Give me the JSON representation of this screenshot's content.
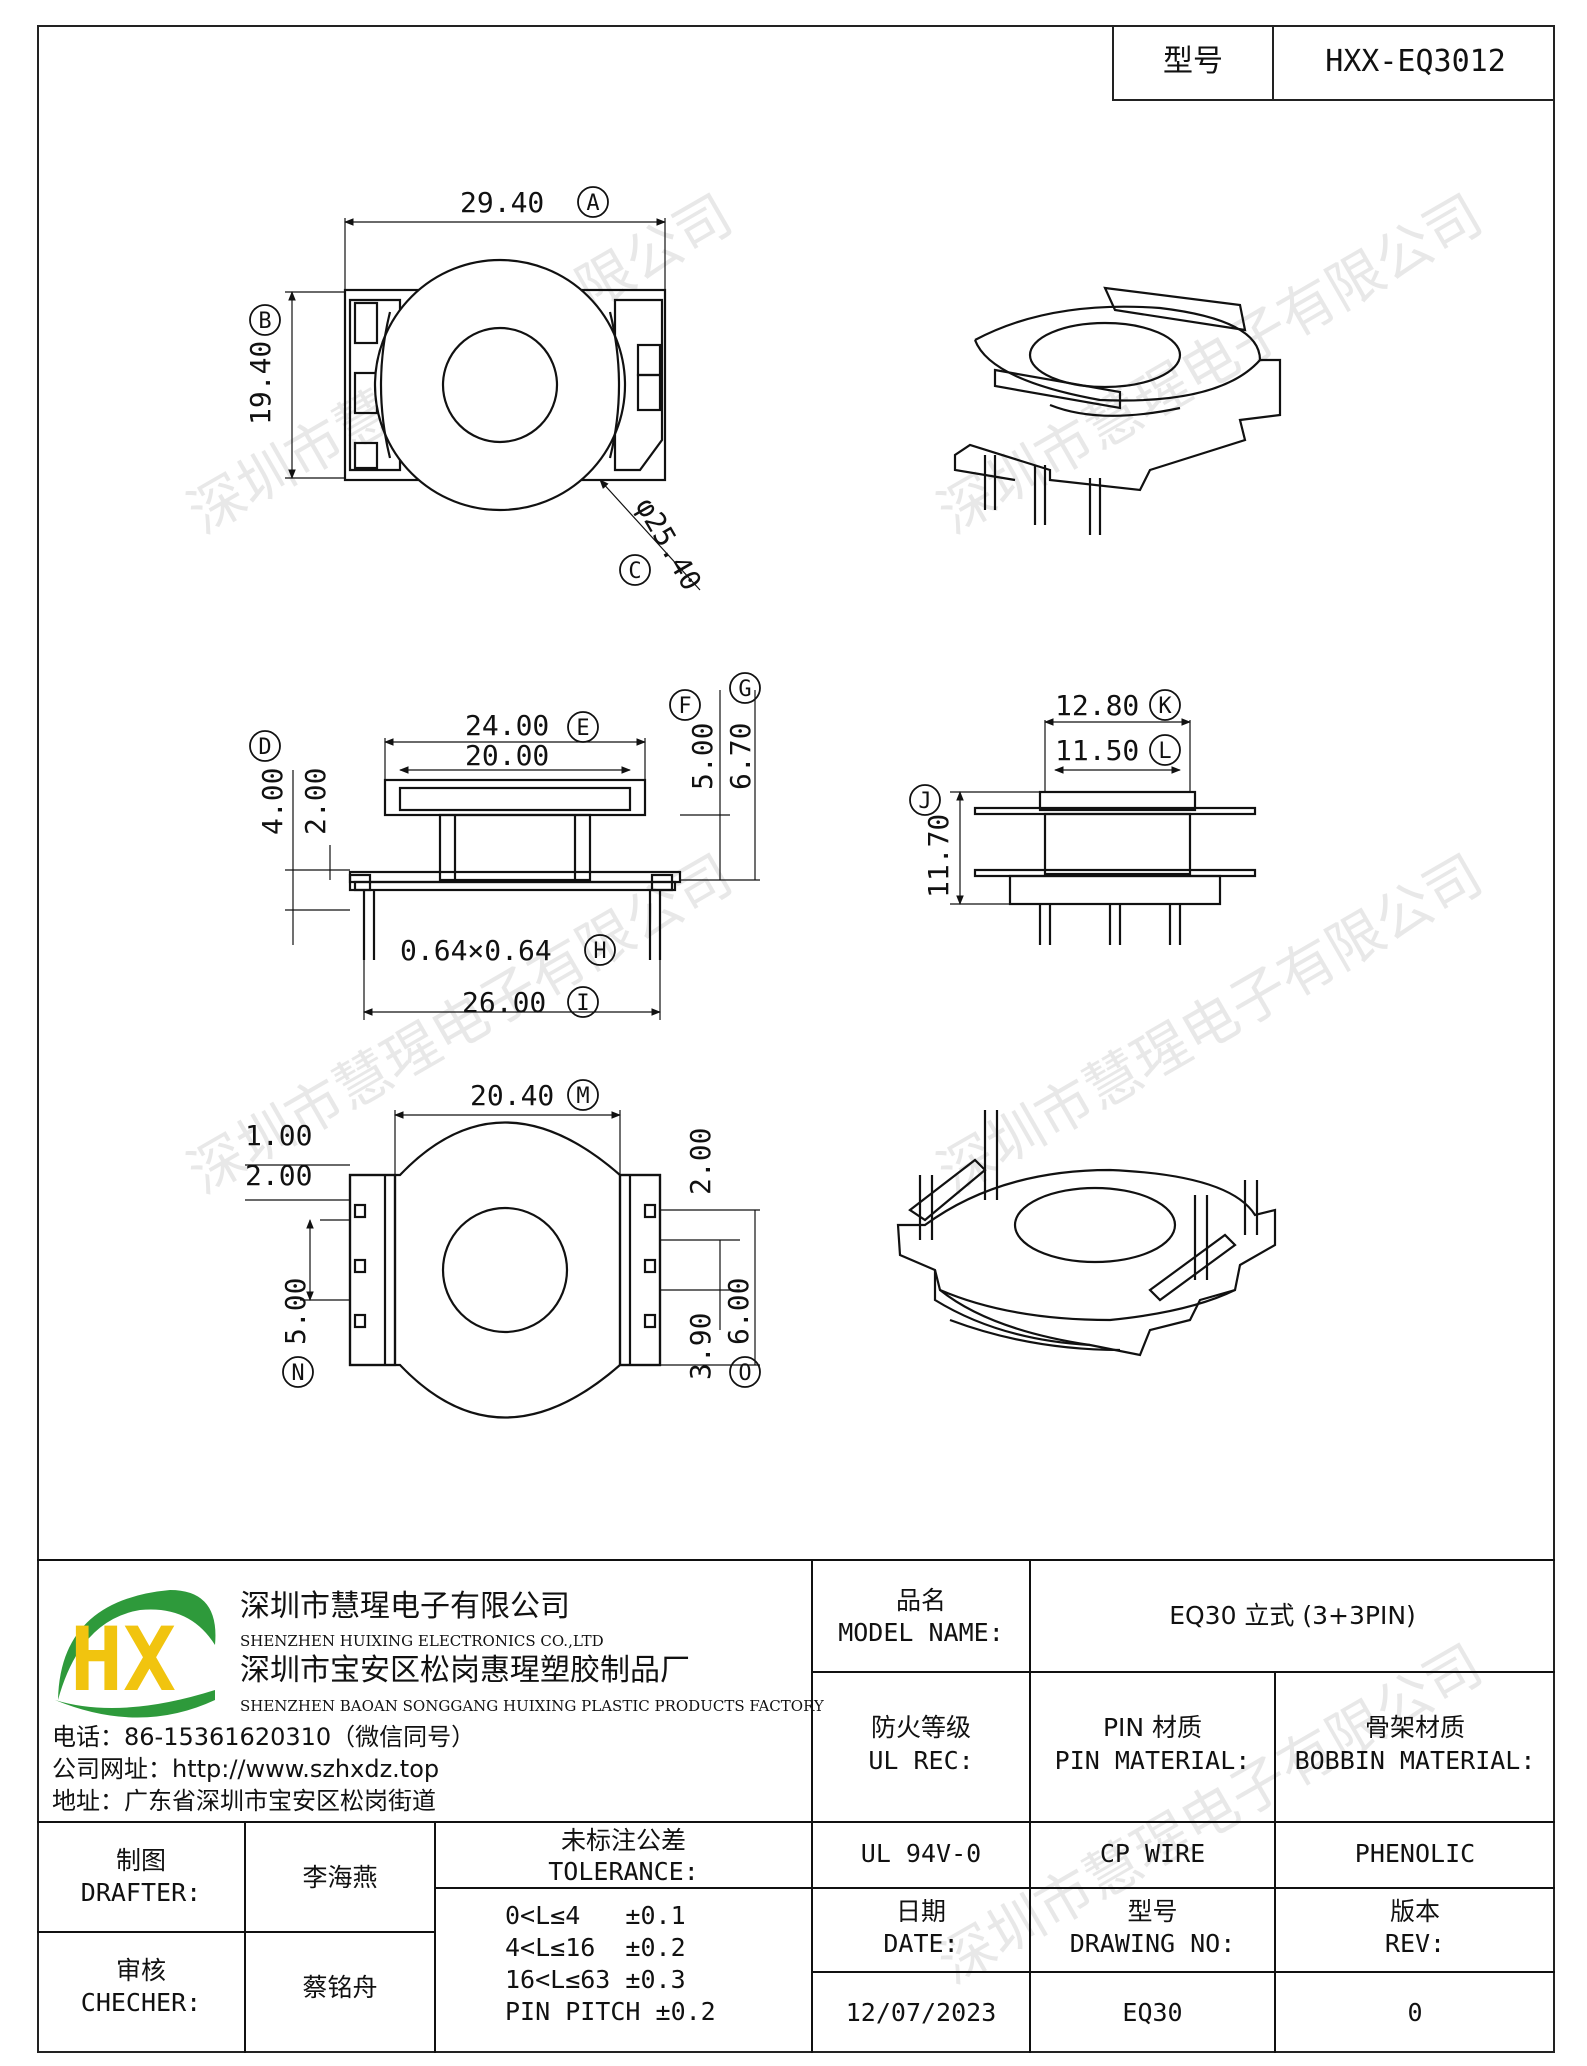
{
  "header": {
    "model_label": "型号",
    "model_value": "HXX-EQ3012"
  },
  "dimensions": {
    "A": "29.40",
    "A_mark": "A",
    "B": "19.40",
    "B_mark": "B",
    "C": "φ25.40",
    "C_mark": "C",
    "D": "4.00",
    "D_mark": "D",
    "d2": "2.00",
    "E": "24.00",
    "E_mark": "E",
    "e2": "20.00",
    "F": "5.00",
    "F_mark": "F",
    "G": "6.70",
    "G_mark": "G",
    "H": "0.64×0.64",
    "H_mark": "H",
    "I": "26.00",
    "I_mark": "I",
    "J": "11.70",
    "J_mark": "J",
    "K": "12.80",
    "K_mark": "K",
    "L": "11.50",
    "L_mark": "L",
    "M": "20.40",
    "M_mark": "M",
    "n1": "1.00",
    "n2": "2.00",
    "N": "5.00",
    "N_mark": "N",
    "o1": "2.00",
    "o2": "3.90",
    "O": "6.00",
    "O_mark": "O"
  },
  "watermark": "深圳市慧瑆电子有限公司",
  "company": {
    "logo_letters": "HX",
    "name_cn": "深圳市慧瑆电子有限公司",
    "name_en": "SHENZHEN HUIXING ELECTRONICS CO.,LTD",
    "factory_cn": "深圳市宝安区松岗惠瑆塑胶制品厂",
    "factory_en": "SHENZHEN BAOAN SONGGANG HUIXING PLASTIC PRODUCTS FACTORY",
    "phone": "电话：86-15361620310（微信同号）",
    "website": "公司网址：http://www.szhxdz.top",
    "address": "地址：广东省深圳市宝安区松岗街道"
  },
  "title_block": {
    "model_name_cn": "品名",
    "model_name_en": "MODEL NAME:",
    "model_name_value": "EQ30 立式 (3+3PIN)",
    "ul_cn": "防火等级",
    "ul_en": "UL REC:",
    "pin_cn": "PIN 材质",
    "pin_en": "PIN MATERIAL:",
    "bobbin_cn": "骨架材质",
    "bobbin_en": "BOBBIN MATERIAL:",
    "ul_value": "UL 94V-0",
    "pin_value": "CP WIRE",
    "bobbin_value": "PHENOLIC",
    "drafter_cn": "制图",
    "drafter_en": "DRAFTER:",
    "drafter_value": "李海燕",
    "checker_cn": "审核",
    "checker_en": "CHECHER:",
    "checker_value": "蔡铭舟",
    "tolerance_cn": "未标注公差",
    "tolerance_en": "TOLERANCE:",
    "tolerances": [
      "0<L≤4   ±0.1",
      "4<L≤16  ±0.2",
      "16<L≤63 ±0.3",
      "PIN PITCH ±0.2"
    ],
    "date_cn": "日期",
    "date_en": "DATE:",
    "date_value": "12/07/2023",
    "drawing_cn": "型号",
    "drawing_en": "DRAWING NO:",
    "drawing_value": "EQ30",
    "rev_cn": "版本",
    "rev_en": "REV:",
    "rev_value": "0"
  }
}
